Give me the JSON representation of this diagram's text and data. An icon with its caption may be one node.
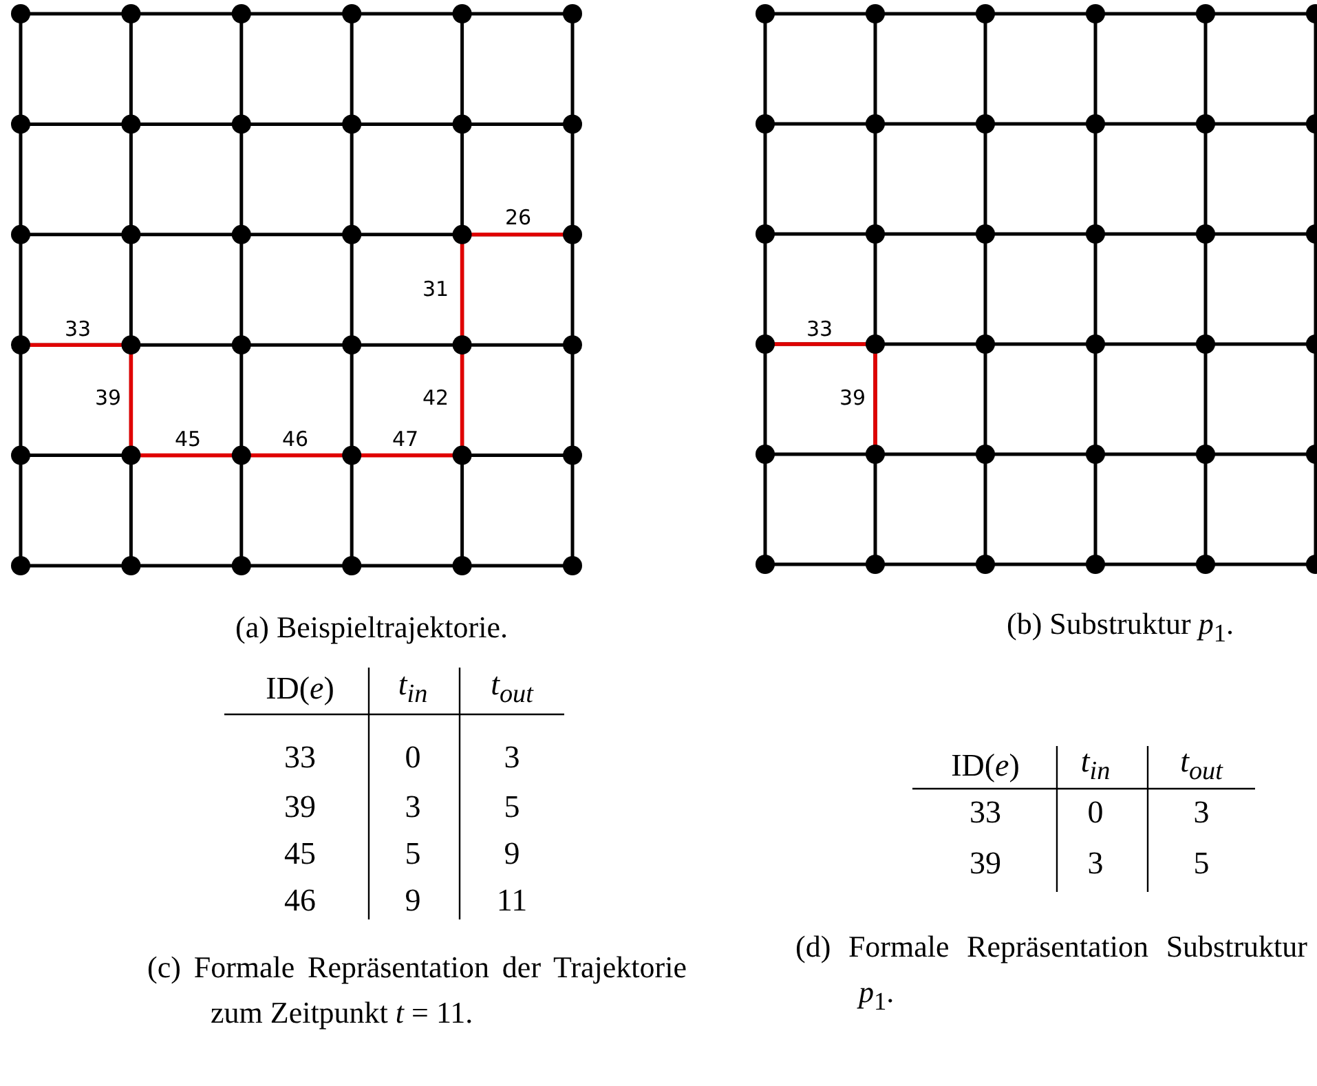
{
  "diagram": {
    "labels": [
      "26",
      "31",
      "33",
      "39",
      "42",
      "45",
      "46",
      "47",
      "33",
      "39",
      "(a) Beispieltrajektorie.",
      "(b) Substruktur *p*$_{1}$.",
      "ID(*e*)",
      "*t*$_{in}$",
      "*t*$_{out}$",
      "33",
      "0",
      "3",
      "39",
      "3",
      "5",
      "45",
      "5",
      "9",
      "46",
      "9",
      "11",
      "ID(*e*)",
      "*t*$_{in}$",
      "*t*$_{out}$",
      "33",
      "0",
      "3",
      "39",
      "3",
      "5",
      "(c) Formale Repräsentation der Trajektorie zum Zeitpunkt *t* = 11.",
      "(d) Formale Repräsentation Substruktur *p*$_{1}$."
    ]
  }
}
